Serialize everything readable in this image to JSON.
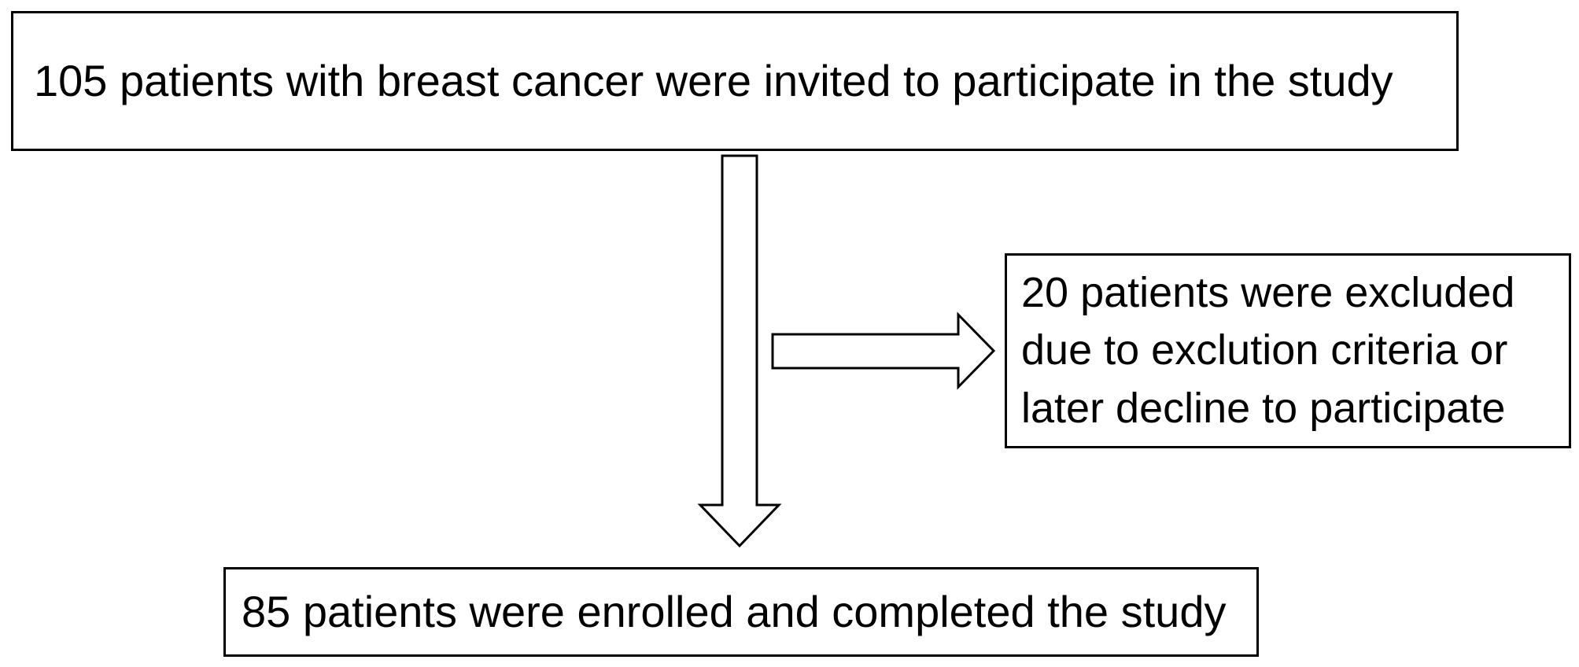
{
  "flowchart": {
    "top_box": "105 patients with breast cancer were invited to participate in the study",
    "side_box": "20 patients were excluded\ndue to exclution criteria or\nlater decline to participate",
    "bottom_box": "85 patients were enrolled and completed the study"
  }
}
